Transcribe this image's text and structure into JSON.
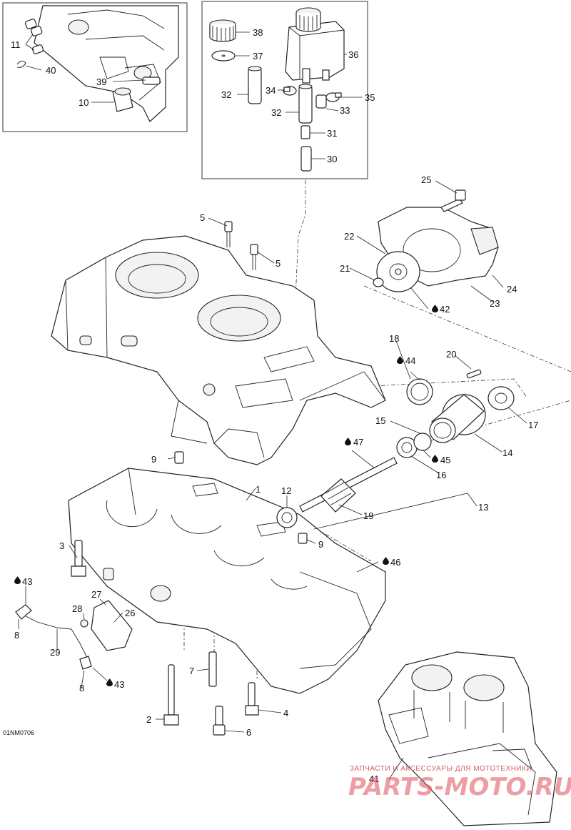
{
  "diagram_ref": "01NM0706",
  "watermark": {
    "caption": "ЗАПЧАСТИ И АКСЕССУАРЫ ДЛЯ МОТОТЕХНИКИ",
    "logo": "PARTS-MOTO.RU"
  },
  "callouts": {
    "c1": "1",
    "c2": "2",
    "c3": "3",
    "c4": "4",
    "c5a": "5",
    "c5b": "5",
    "c6": "6",
    "c7": "7",
    "c8a": "8",
    "c8b": "8",
    "c9a": "9",
    "c9b": "9",
    "c10": "10",
    "c11": "11",
    "c12": "12",
    "c13": "13",
    "c14": "14",
    "c15": "15",
    "c16": "16",
    "c17": "17",
    "c18": "18",
    "c19": "19",
    "c20": "20",
    "c21": "21",
    "c22": "22",
    "c23": "23",
    "c24": "24",
    "c25": "25",
    "c26": "26",
    "c27": "27",
    "c28": "28",
    "c29": "29",
    "c30": "30",
    "c31": "31",
    "c32a": "32",
    "c32b": "32",
    "c33": "33",
    "c34": "34",
    "c35": "35",
    "c36": "36",
    "c37": "37",
    "c38": "38",
    "c39": "39",
    "c40": "40",
    "c41": "41",
    "c42": "42",
    "c43a": "43",
    "c43b": "43",
    "c44": "44",
    "c45": "45",
    "c46": "46",
    "c47": "47"
  },
  "icons": {
    "lubricant": "oil-drop-icon"
  }
}
